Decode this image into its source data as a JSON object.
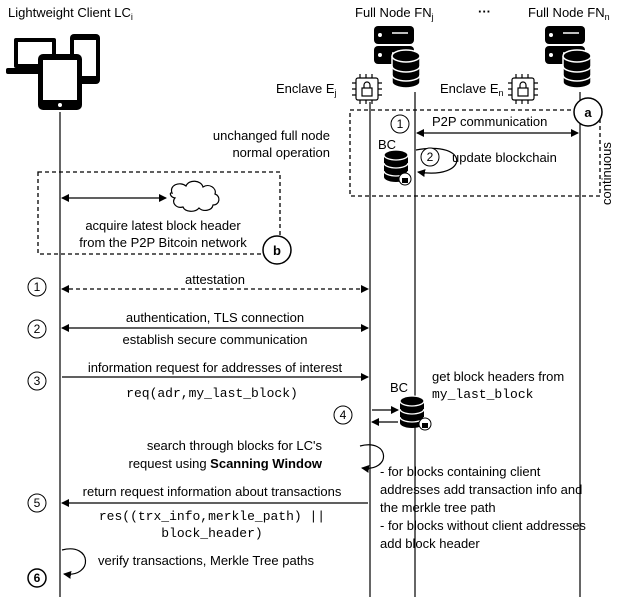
{
  "actors": {
    "lc": {
      "label": "Lightweight Client LC",
      "sub": "i"
    },
    "fnj": {
      "label": "Full Node FN",
      "sub": "j"
    },
    "dots": "···",
    "fnn": {
      "label": "Full Node FN",
      "sub": "n"
    }
  },
  "enclaves": {
    "ej": {
      "label": "Enclave E",
      "sub": "j"
    },
    "en": {
      "label": "Enclave E",
      "sub": "n"
    }
  },
  "continuous_box": {
    "badge": "a",
    "step1_num": "1",
    "step1_label": "P2P communication",
    "bc_label": "BC",
    "step2_num": "2",
    "step2_label": "update blockchain",
    "side_label": "continuous"
  },
  "normal_op": {
    "line1": "unchanged full node",
    "line2": "normal operation"
  },
  "header_box": {
    "line1": "acquire latest block header",
    "line2": "from the P2P Bitcoin network",
    "badge": "b"
  },
  "steps": {
    "s1_num": "1",
    "attestation": "attestation",
    "s2_num": "2",
    "auth": "authentication, TLS connection",
    "secure": "establish secure communication",
    "s3_num": "3",
    "info_req": "information request for addresses of interest",
    "req_code": "req(adr,my_last_block)",
    "s4_num": "4",
    "bc_label": "BC",
    "get_headers": "get block headers from",
    "get_headers_code": "my_last_block",
    "search_line1": "search through blocks for LC's",
    "search_line2_pre": "request using ",
    "search_line2_bold": "Scanning Window",
    "note_line1": "- for blocks containing client",
    "note_line2": "addresses add transaction info and",
    "note_line3": "the merkle tree path",
    "note_line4": "- for blocks without client addresses",
    "note_line5": "add block header",
    "s5_num": "5",
    "return_info": "return request information about transactions",
    "res_code1": "res((trx_info,merkle_path) ||",
    "res_code2": "block_header)",
    "s6_num": "6",
    "verify": "verify transactions, Merkle Tree paths"
  }
}
